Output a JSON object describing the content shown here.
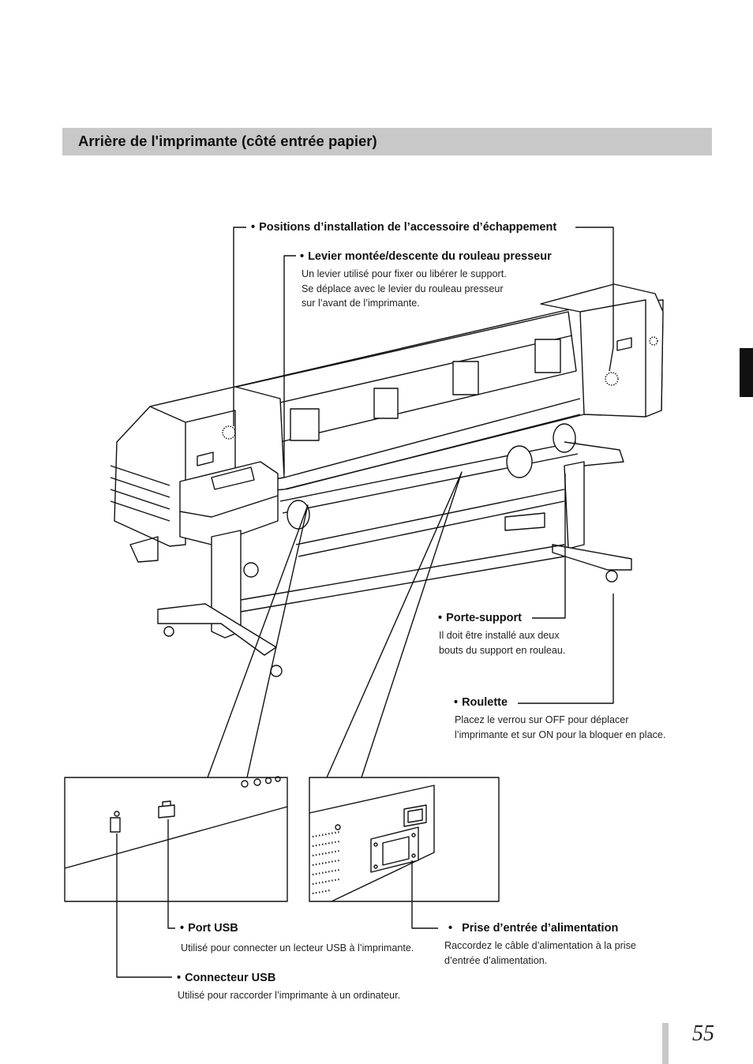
{
  "section": {
    "title": "Arrière de l'imprimante (côté entrée papier)"
  },
  "bullet": "•",
  "callouts": {
    "exhaust": {
      "label": "Positions d’installation de l’accessoire d’échappement"
    },
    "lever": {
      "label": "Levier montée/descente du rouleau presseur",
      "desc": [
        "Un levier utilisé pour fixer ou libérer le support.",
        "Se déplace avec le levier du rouleau presseur",
        "sur l’avant de l’imprimante."
      ]
    },
    "holder": {
      "label": "Porte-support",
      "desc": [
        "Il doit être installé aux deux",
        "bouts du support en rouleau."
      ]
    },
    "caster": {
      "label": "Roulette",
      "desc": [
        "Placez le verrou sur OFF pour déplacer",
        "l’imprimante et sur ON pour la bloquer en place."
      ]
    },
    "usb_port": {
      "label": "Port USB",
      "desc": [
        "Utilisé pour connecter un lecteur USB à l’imprimante."
      ]
    },
    "usb_connector": {
      "label": "Connecteur USB",
      "desc": [
        "Utilisé pour raccorder l’imprimante à un ordinateur."
      ]
    },
    "power": {
      "label": "Prise d’entrée d’alimentation",
      "desc": [
        "Raccordez le câble d’alimentation à la prise",
        "d’entrée d’alimentation."
      ]
    }
  },
  "page_number": "55"
}
